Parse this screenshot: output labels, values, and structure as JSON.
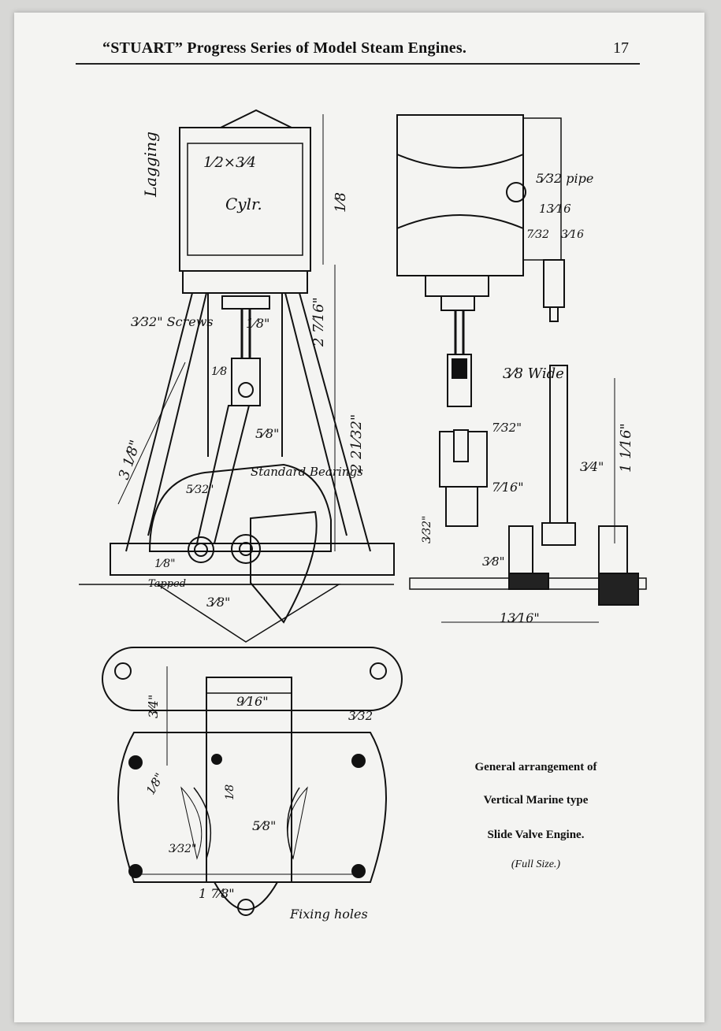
{
  "header": {
    "title": "“STUART” Progress Series of Model Steam Engines.",
    "page_number": "17"
  },
  "labels": {
    "lagging": "Lagging",
    "cylinder": "Cylr.",
    "bore": "1⁄2×3⁄4",
    "pipe": "5⁄32 pipe",
    "pipe_offset": "13⁄16",
    "side_dim_a": "7⁄32",
    "side_dim_b": "3⁄16",
    "cyl_height": "1⁄8",
    "screws": "3⁄32\" Screws",
    "piston_rod": "1⁄8\"",
    "column_height": "2 7⁄16\"",
    "crosshead": "1⁄8",
    "wide": "3⁄8 Wide",
    "standard_length": "3 1⁄8\"",
    "overall_height": "2 21⁄32\"",
    "crank_dim": "5⁄8\"",
    "standard_bearings": "Standard Bearings",
    "small_dim": "5⁄32\"",
    "hole_dim": "1⁄8\"",
    "tapped": "Tapped",
    "base_dim": "3⁄8\"",
    "side_a": "7⁄32\"",
    "side_b": "7⁄16\"",
    "side_c": "3⁄4\"",
    "side_d": "1 1⁄16\"",
    "side_e": "3⁄8\"",
    "side_f": "13⁄16\"",
    "side_g": "3⁄32\"",
    "plan_a": "3⁄4\"",
    "plan_b": "9⁄16\"",
    "plan_c": "3⁄32",
    "plan_d": "1⁄8",
    "plan_e": "5⁄8\"",
    "plan_f": "1⁄8\"",
    "plan_g": "3⁄32\"",
    "plan_h": "1 7⁄8\"",
    "fixing_holes": "Fixing holes"
  },
  "caption": {
    "line1": "General arrangement of",
    "line2": "Vertical Marine type",
    "line3": "Slide Valve Engine.",
    "line4": "(Full Size.)"
  }
}
